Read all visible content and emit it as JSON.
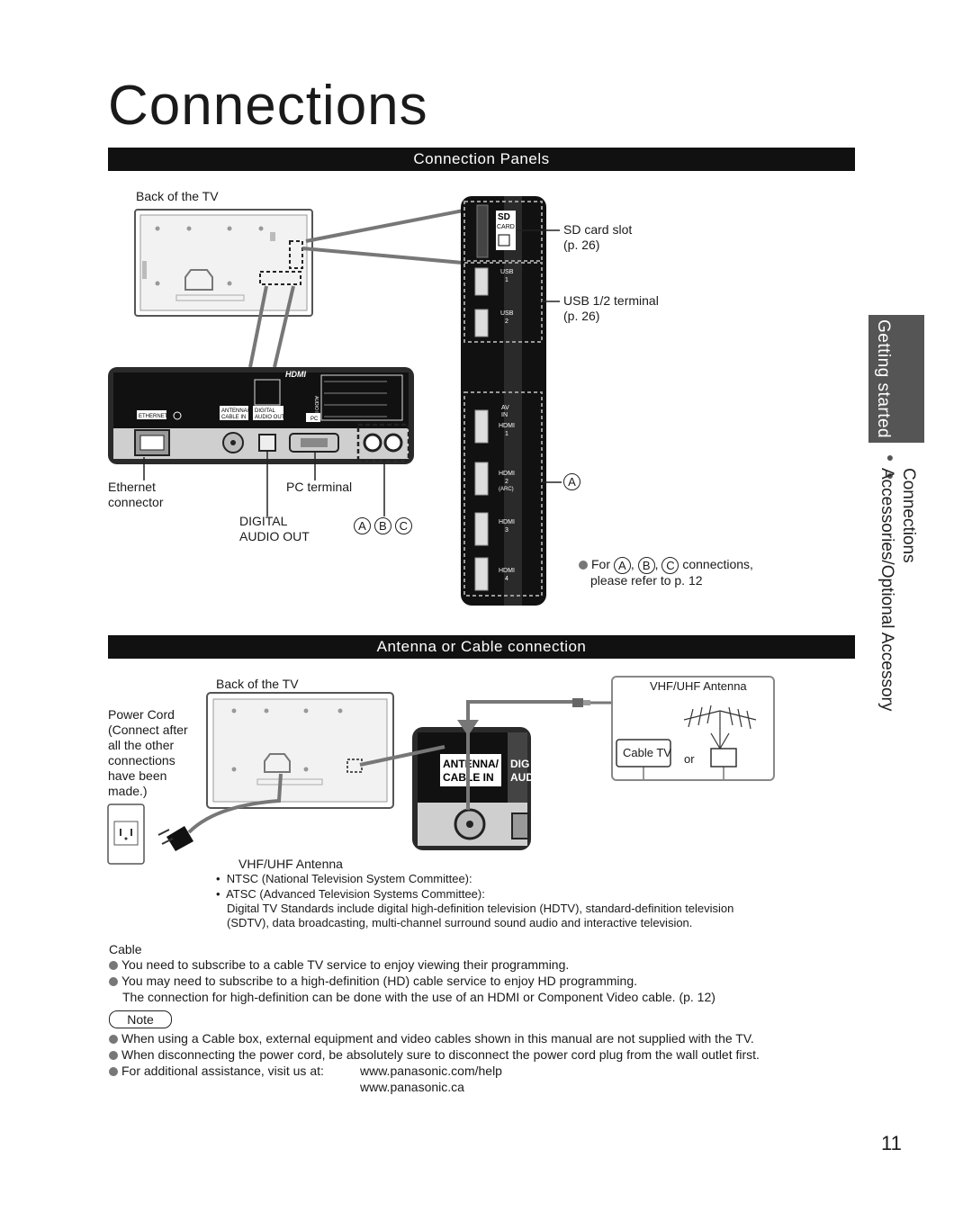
{
  "page": {
    "title": "Connections",
    "page_number": "11"
  },
  "side_tab": {
    "label": "Getting started",
    "sub1": "Connections",
    "sub2": "Accessories/Optional Accessory"
  },
  "panels": {
    "header": "Connection Panels",
    "back_of_tv": "Back of the TV",
    "sd_slot": "SD card slot",
    "sd_ref": "(p. 26)",
    "usb": "USB 1/2 terminal",
    "usb_ref": "(p. 26)",
    "ethernet": "Ethernet",
    "ethernet2": "connector",
    "pc_terminal": "PC terminal",
    "digital": "DIGITAL",
    "audio_out": "AUDIO OUT",
    "letters": [
      "A",
      "B",
      "C"
    ],
    "for_text": "For",
    "connections_text": "connections,",
    "refer": "please refer to p. 12",
    "marker_a": "A",
    "panel_labels": {
      "hdmi_logo": "HDMI",
      "ethernet": "ETHERNET",
      "antenna": "ANTENNA/",
      "cable_in": "CABLE IN",
      "digital": "DIGITAL",
      "audio_out": "AUDIO OUT",
      "pc": "PC",
      "audio_in": "AUDIO IN",
      "sd": "SD",
      "card": "CARD",
      "usb": "USB",
      "av": "AV",
      "in": "IN",
      "hdmi": "HDMI",
      "arc": "(ARC)",
      "ports": [
        "1",
        "2",
        "1",
        "2",
        "3",
        "4"
      ]
    }
  },
  "antenna": {
    "header": "Antenna or Cable connection",
    "back_of_tv": "Back of the TV",
    "power_cord": [
      "Power Cord",
      "(Connect after",
      "all the other",
      "connections",
      "have been",
      "made.)"
    ],
    "vhf_box": "VHF/UHF Antenna",
    "cable_tv": "Cable TV",
    "or": "or",
    "zoom_antenna": "ANTENNA/",
    "zoom_cable": "CABLE IN",
    "zoom_dig": "DIG",
    "zoom_aud": "AUD",
    "vhf_title": "VHF/UHF Antenna",
    "ntsc": "NTSC (National Television System Committee):",
    "atsc": "ATSC (Advanced Television Systems Committee):",
    "atsc_desc1": "Digital TV Standards include digital high-definition television (HDTV), standard-definition television",
    "atsc_desc2": "(SDTV), data broadcasting, multi-channel surround sound audio and interactive television."
  },
  "cable": {
    "title": "Cable",
    "b1": "You need to subscribe to a cable TV service to enjoy viewing their programming.",
    "b2": "You may need to subscribe to a high-definition (HD) cable service to enjoy HD programming.",
    "b2_cont": "The connection for high-definition can be done with the use of an HDMI or Component Video cable. (p. 12)"
  },
  "note": {
    "label": "Note",
    "b1": "When using a Cable box, external equipment and video cables shown in this manual are not supplied with the TV.",
    "b2": "When disconnecting the power cord, be absolutely sure to disconnect the power cord plug from the wall outlet first.",
    "b3": "For additional assistance, visit us at:",
    "url1": "www.panasonic.com/help",
    "url2": "www.panasonic.ca"
  }
}
